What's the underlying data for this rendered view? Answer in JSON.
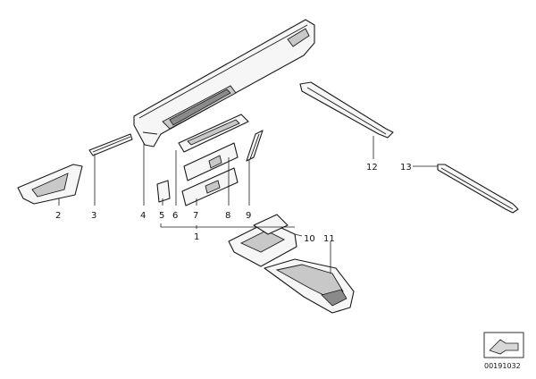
{
  "callouts": {
    "c1": "1",
    "c2": "2",
    "c3": "3",
    "c4": "4",
    "c5": "5",
    "c6": "6",
    "c7": "7",
    "c8": "8",
    "c9": "9",
    "c10": "10",
    "c11": "11",
    "c12": "12",
    "c13": "13"
  },
  "document_number": "00191032",
  "colors": {
    "line": "#1a1a1a",
    "fill": "#f6f6f6",
    "shade": "#c8c8c8"
  },
  "icons": {
    "corner": "view-orientation-icon"
  }
}
